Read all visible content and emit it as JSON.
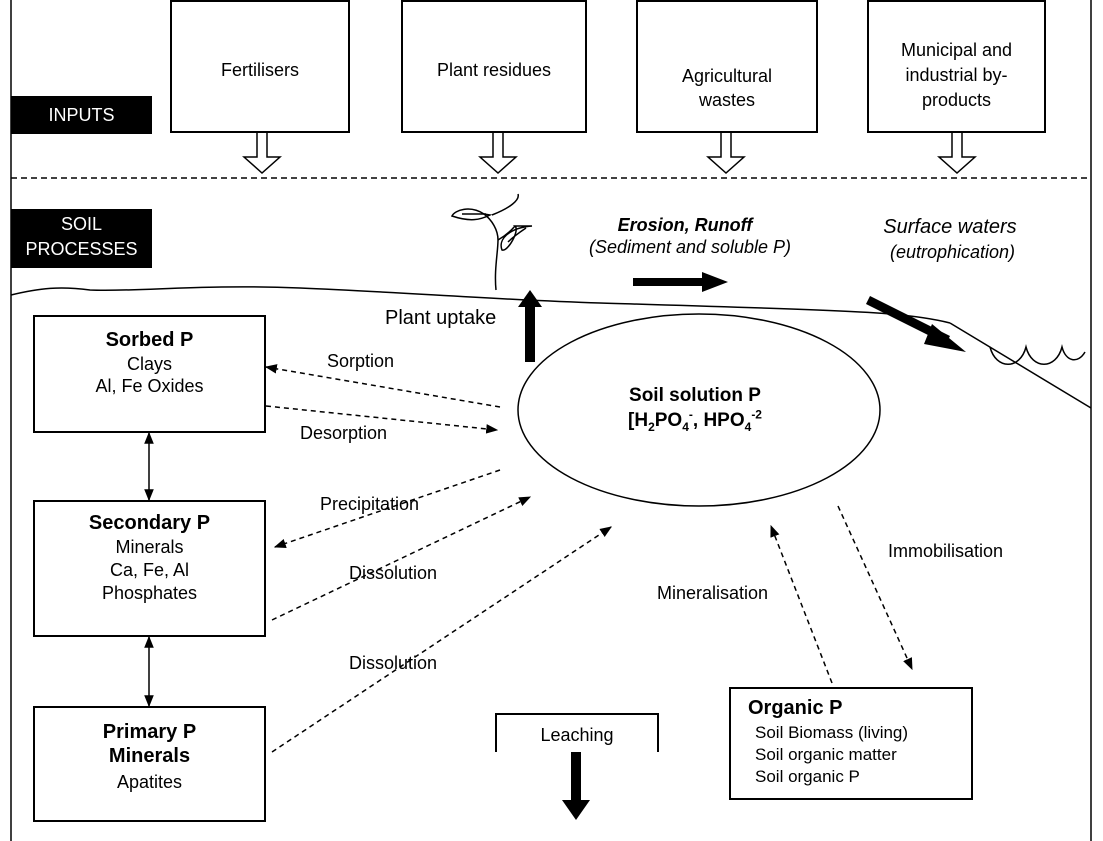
{
  "inputs": {
    "label": "INPUTS",
    "items": [
      "Fertilisers",
      "Plant residues",
      "Agricultural wastes",
      "Municipal and industrial by-products"
    ]
  },
  "soil_processes": {
    "label": "SOIL PROCESSES"
  },
  "surface": {
    "erosion_title": "Erosion, Runoff",
    "erosion_sub": "(Sediment and soluble P)",
    "waters_title": "Surface waters",
    "waters_sub": "(eutrophication)",
    "plant_uptake": "Plant uptake"
  },
  "pools": {
    "sorbed": {
      "title": "Sorbed P",
      "lines": [
        "Clays",
        "Al, Fe Oxides"
      ]
    },
    "secondary": {
      "title": "Secondary P",
      "lines": [
        "Minerals",
        "Ca, Fe, Al",
        "Phosphates"
      ]
    },
    "primary": {
      "title": "Primary P Minerals",
      "lines": [
        "Apatites"
      ]
    },
    "solution": {
      "title": "Soil solution P",
      "formula": "[H2PO4-, HPO4-2"
    },
    "organic": {
      "title": "Organic P",
      "lines": [
        "Soil Biomass (living)",
        "Soil organic matter",
        "Soil organic P"
      ]
    }
  },
  "processes": {
    "sorption": "Sorption",
    "desorption": "Desorption",
    "precipitation": "Precipitation",
    "dissolution_secondary": "Dissolution",
    "dissolution_primary": "Dissolution",
    "mineralisation": "Mineralisation",
    "immobilisation": "Immobilisation",
    "leaching": "Leaching"
  }
}
